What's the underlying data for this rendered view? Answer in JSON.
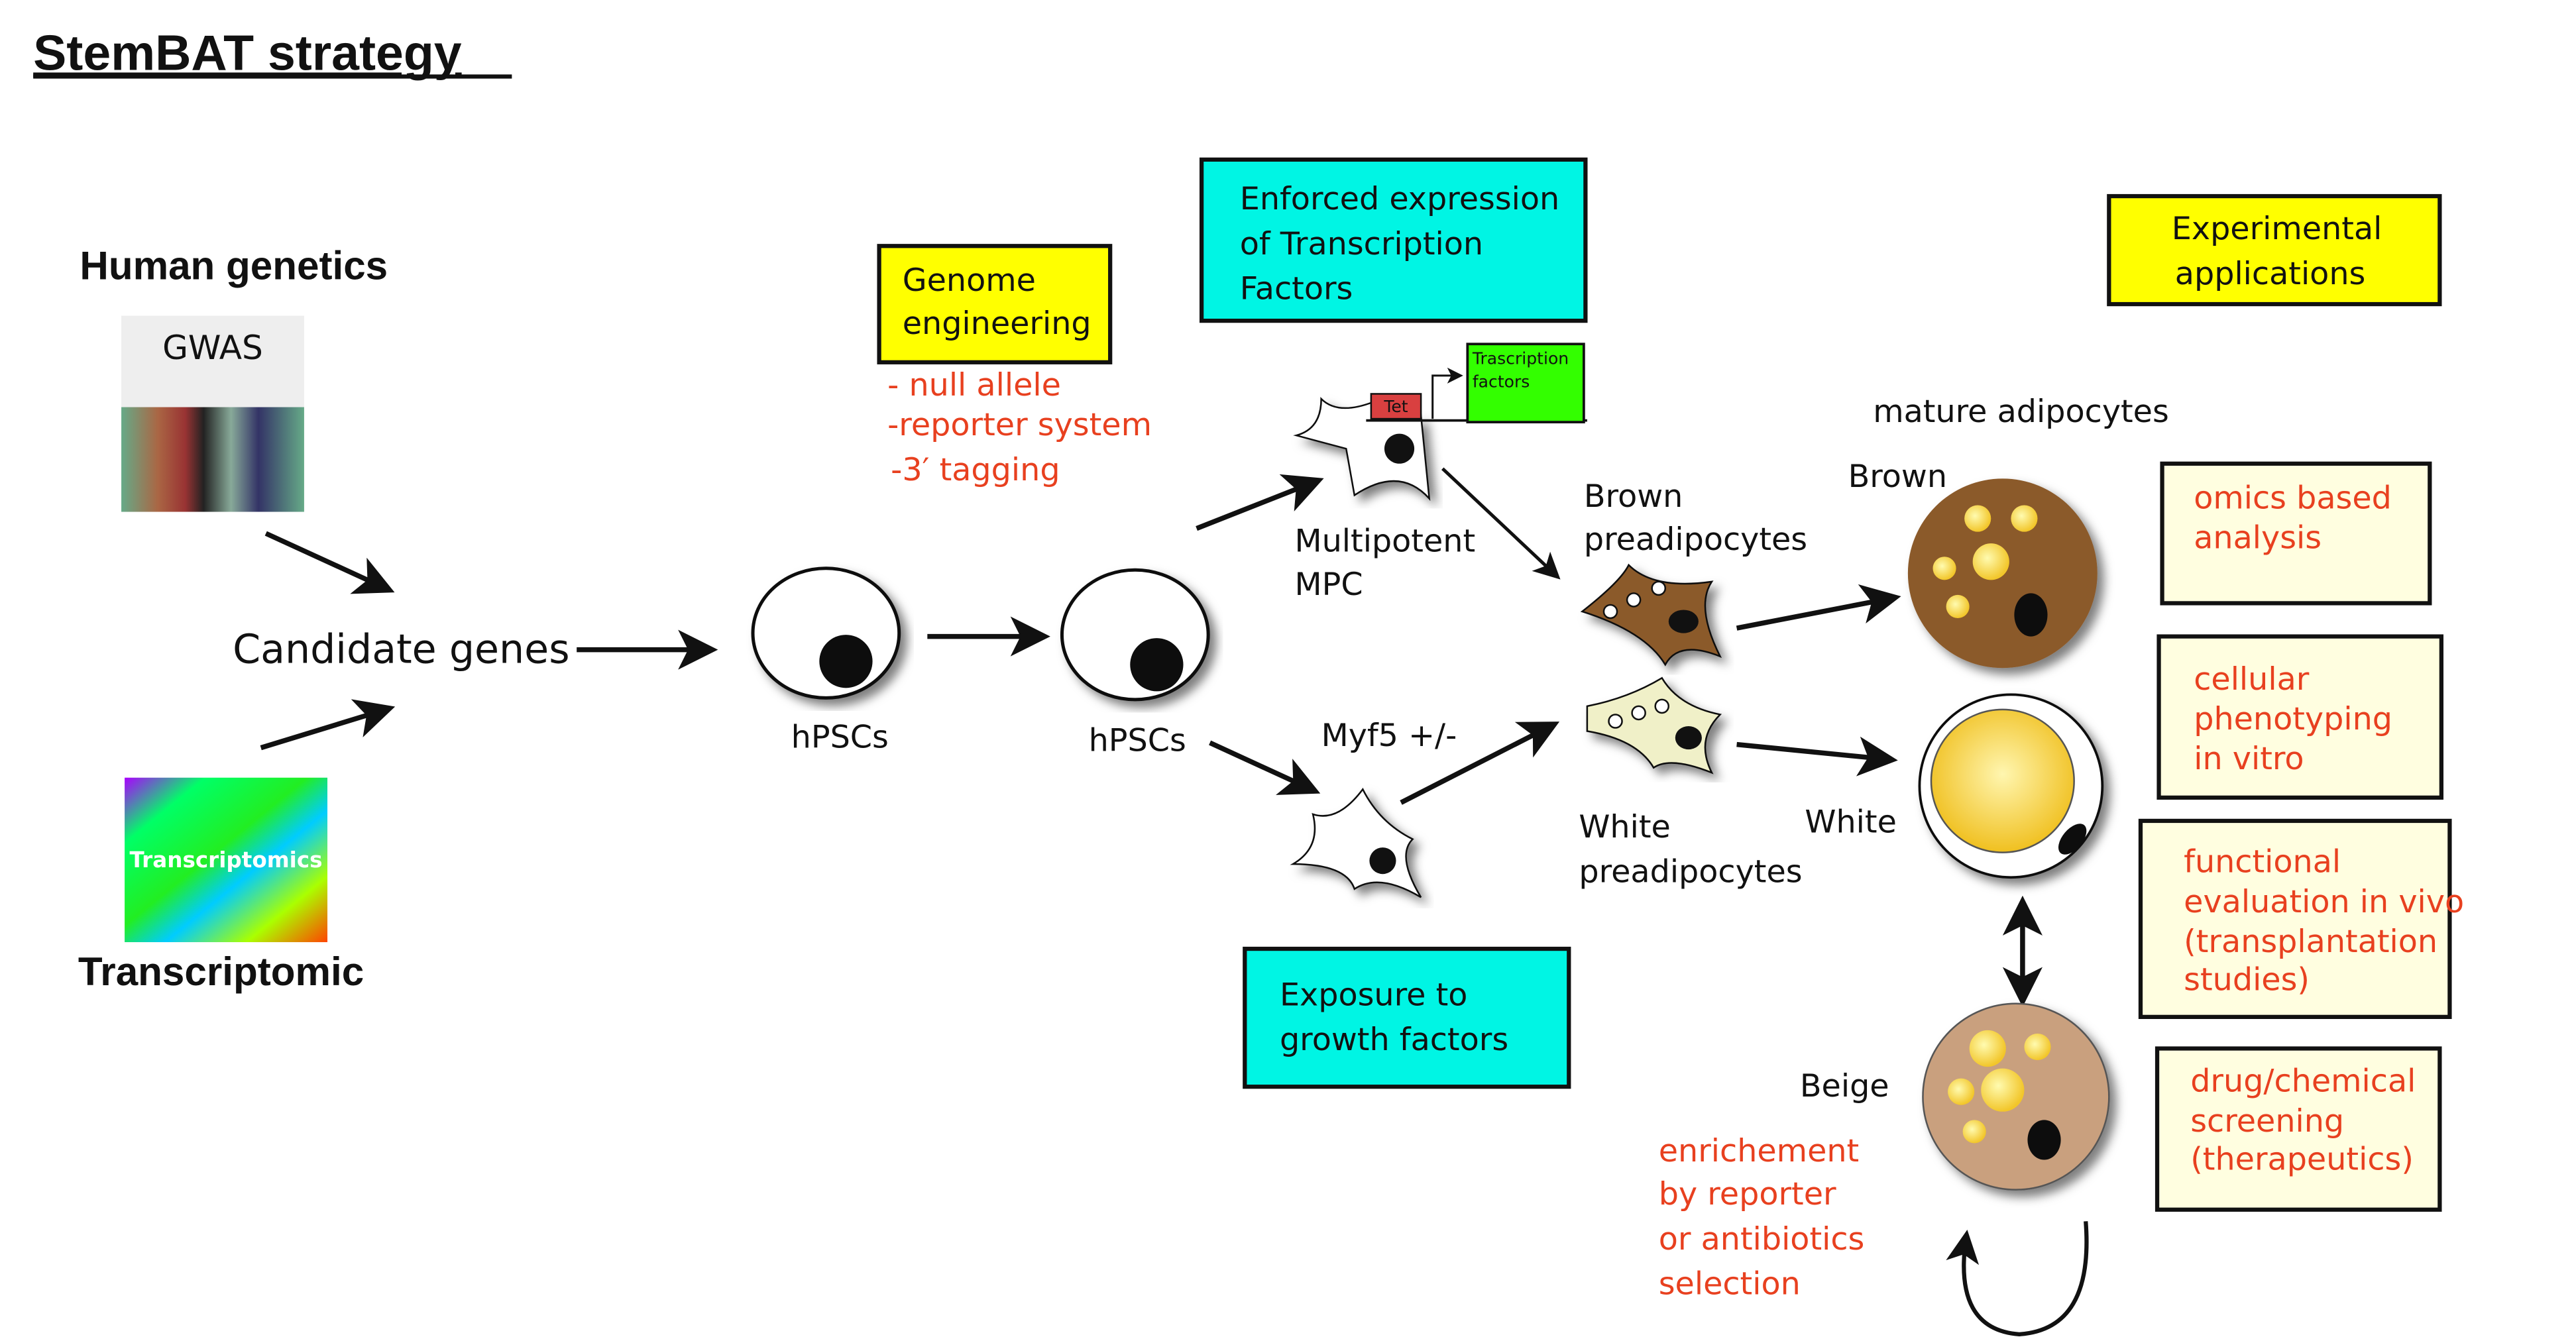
{
  "title": "StemBAT strategy",
  "sources": {
    "human_genetics": "Human genetics",
    "gwas_image_text": "GWAS",
    "candidate_genes": "Candidate genes",
    "transcriptomics_image_text": "Transcriptomics",
    "transcriptomic": "Transcriptomic"
  },
  "hpsc_labels": [
    "hPSCs",
    "hPSCs"
  ],
  "genome_engineering": {
    "lines": [
      "Genome",
      "engineering"
    ],
    "details": [
      "- null allele",
      "-reporter system",
      "-3′ tagging"
    ]
  },
  "enforced_expression": {
    "lines": [
      "Enforced expression",
      "of Transcription",
      "Factors"
    ]
  },
  "construct": {
    "tet": "Tet",
    "tf_lines": [
      "Trascription",
      "factors"
    ]
  },
  "multipotent": [
    "Multipotent",
    "MPC"
  ],
  "myf5": "Myf5 +/-",
  "exposure": {
    "lines": [
      "Exposure to",
      "growth factors"
    ]
  },
  "brown_pre": [
    "Brown",
    "preadipocytes"
  ],
  "white_pre": [
    "White",
    "preadipocytes"
  ],
  "mature": {
    "title": "mature adipocytes",
    "brown": "Brown",
    "white": "White",
    "beige": "Beige"
  },
  "enrichment": [
    "enrichement",
    "by reporter",
    "or antibiotics",
    "selection"
  ],
  "experimental": {
    "title_lines": [
      "Experimental",
      "applications"
    ],
    "items": [
      {
        "lines": [
          "omics based",
          "analysis"
        ]
      },
      {
        "lines": [
          "cellular",
          "phenotyping",
          "in vitro"
        ]
      },
      {
        "lines": [
          "functional",
          "evaluation in vivo",
          "(transplantation",
          "studies)"
        ]
      },
      {
        "lines": [
          "drug/chemical",
          "screening",
          "(therapeutics)"
        ]
      }
    ]
  },
  "colors": {
    "yellow": "#ffff00",
    "cyan": "#00f5e4",
    "green": "#33ff00",
    "tet_red": "#d94040",
    "brown": "#8b5a2b",
    "beige": "#c9a07e",
    "red_text": "#e8401f",
    "app_box": "#fffee0"
  }
}
